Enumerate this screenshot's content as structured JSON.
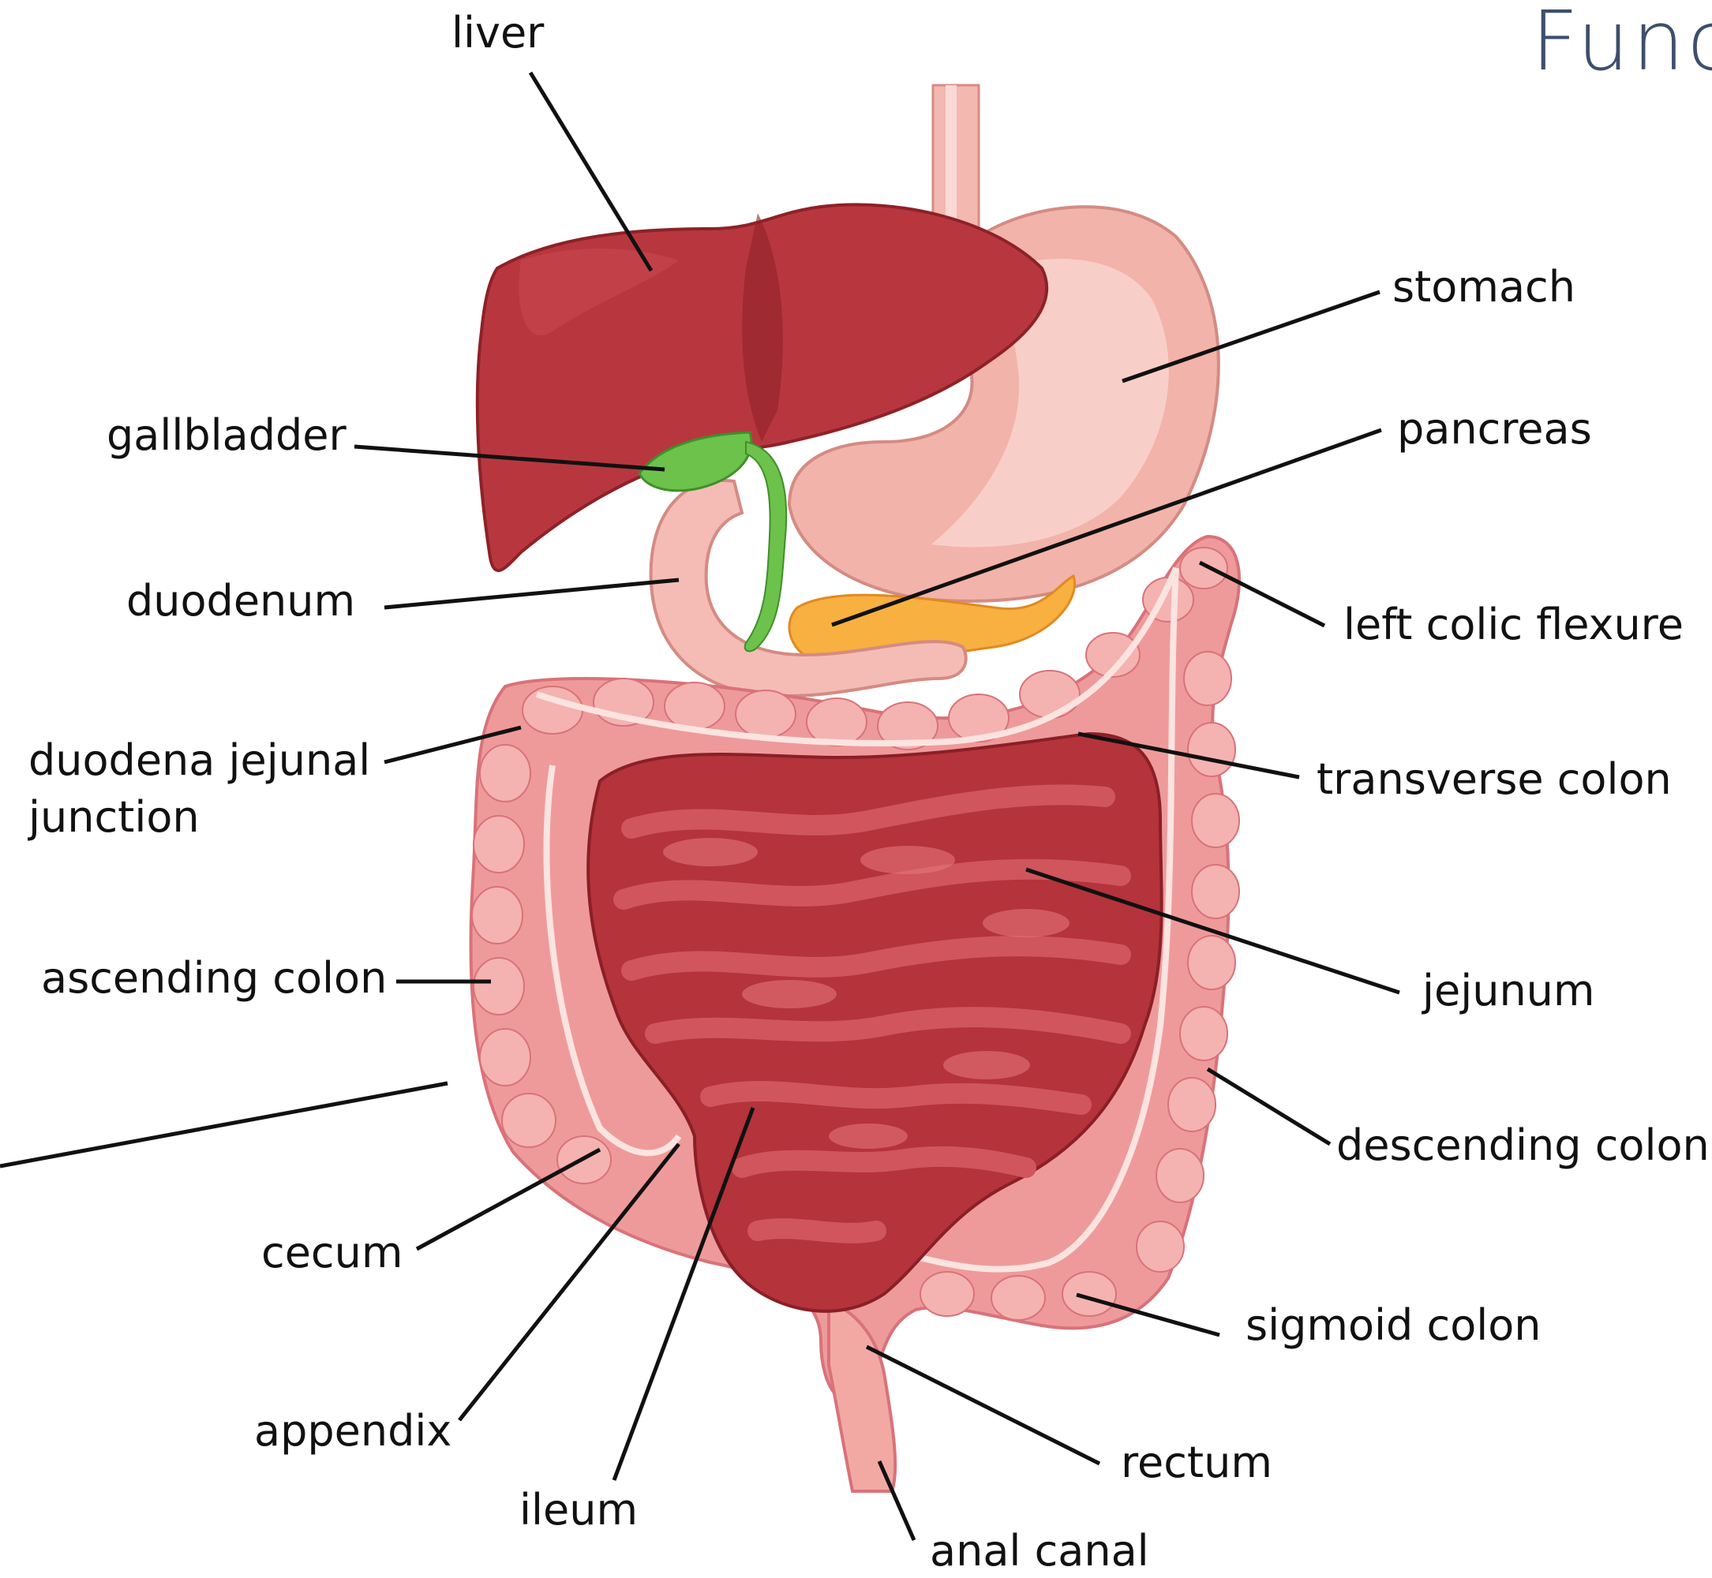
{
  "heading": "Func",
  "labels": {
    "liver": "liver",
    "stomach": "stomach",
    "gallbladder": "gallbladder",
    "pancreas": "pancreas",
    "duodenum": "duodenum",
    "left_colic_flexure": "left colic flexure",
    "duodena_jejunal_line1": "duodena jejunal",
    "duodena_jejunal_line2": "junction",
    "transverse_colon": "transverse colon",
    "ascending_colon": "ascending colon",
    "jejunum": "jejunum",
    "descending_colon": "descending colon",
    "cecum": "cecum",
    "sigmoid_colon": "sigmoid colon",
    "appendix": "appendix",
    "rectum": "rectum",
    "ileum": "ileum",
    "anal_canal": "anal canal"
  },
  "colors": {
    "liver": "#b8373f",
    "liver_dark": "#8e2128",
    "stomach": "#f2b3aa",
    "stomach_light": "#f8cfc8",
    "gallbladder": "#6cc24a",
    "pancreas": "#f8b040",
    "colon": "#ef9a9a",
    "colon_dark": "#d9727a",
    "small_intestine": "#b5333b",
    "small_intestine_light": "#d0555d",
    "leader": "#111111",
    "heading": "#3d4f6b"
  }
}
